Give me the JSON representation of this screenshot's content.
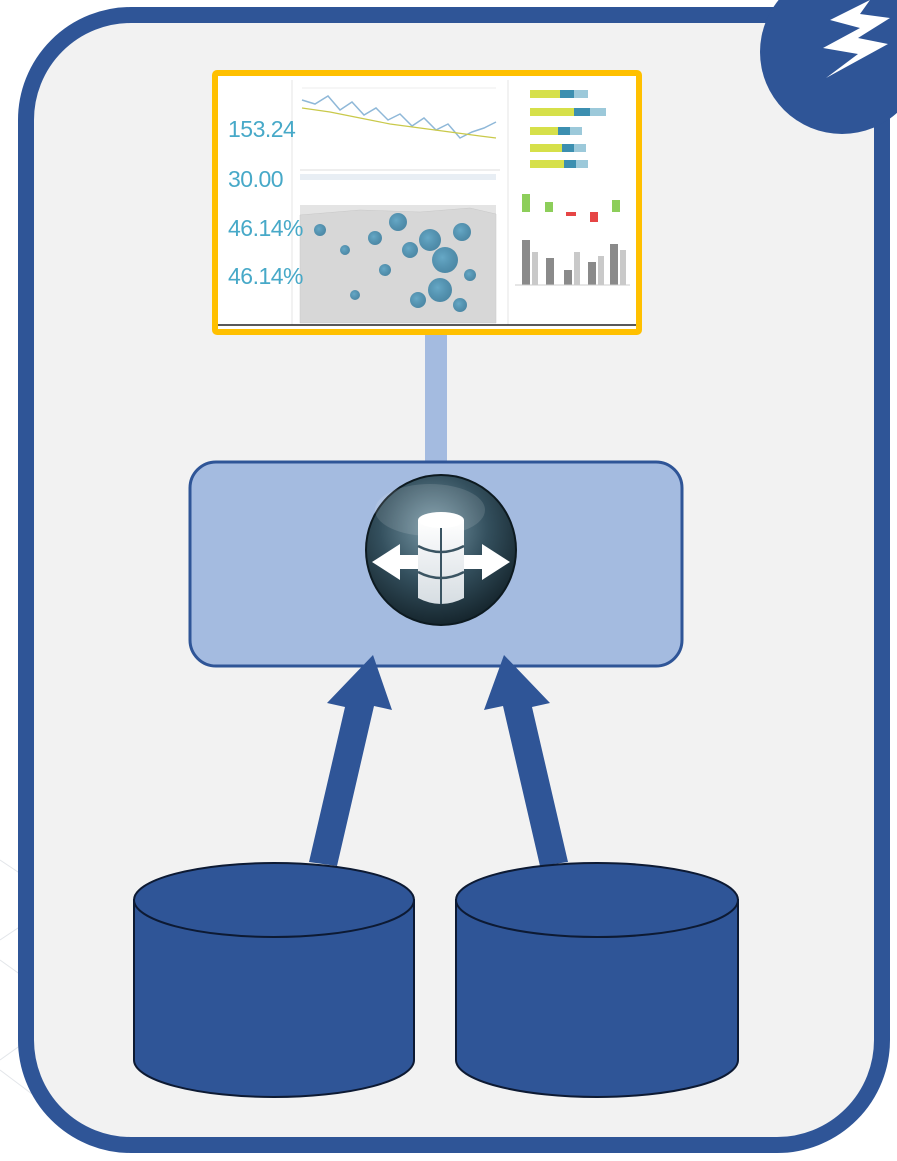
{
  "dashboard": {
    "kpis": [
      {
        "value": "153.24"
      },
      {
        "value": "30.00"
      },
      {
        "value": "46.14%"
      },
      {
        "value": "46.14%"
      }
    ]
  },
  "colors": {
    "frame_border": "#2f5597",
    "frame_fill": "#f2f2f2",
    "badge": "#2f5597",
    "dashboard_border": "#ffc000",
    "connector": "#a4bbe0",
    "virtualization_box_fill": "#a4bbe0",
    "virtualization_box_border": "#2f5597",
    "arrow": "#2f5597",
    "database_fill": "#2f5597",
    "kpi_text": "#47a9c8"
  },
  "icons": {
    "badge_icon": "lightning-bolt-icon",
    "hub_icon": "data-virtualization-icon",
    "source_icon": "database-cylinder-icon"
  }
}
